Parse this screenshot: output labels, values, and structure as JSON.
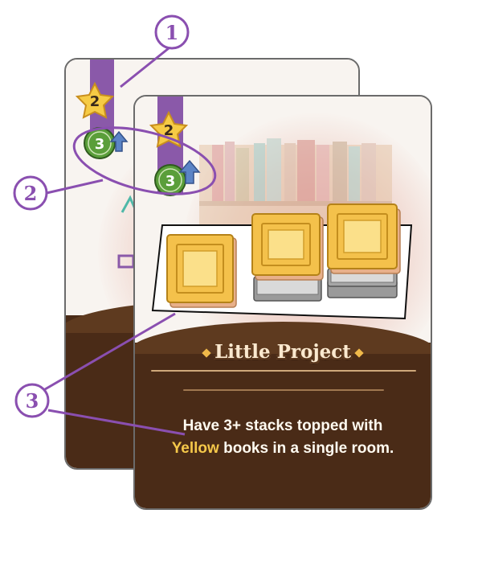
{
  "cards": {
    "front": {
      "star_value": "2",
      "level_badge": "3",
      "title": "Little Project",
      "description": {
        "line1": "Have 3+ stacks topped with",
        "line2_highlight": "Yellow",
        "line2_rest": " books in a single room."
      }
    },
    "back": {
      "star_value": "2",
      "level_badge": "3"
    }
  },
  "callouts": [
    {
      "label": "1"
    },
    {
      "label": "2"
    },
    {
      "label": "3"
    }
  ],
  "colors": {
    "callout_purple": "#8a4fb0",
    "card_purple_tab": "#8a59a9",
    "badge_green": "#5a9e3a",
    "arrow_blue": "#5b84c6",
    "star_yellow": "#f6cb45",
    "book_yellow": "#f4c14b",
    "book_gray": "#8c8c8c",
    "bottom_brown": "#4a2b17",
    "highlight_yellow": "#f5c84a"
  },
  "icons": [
    "star-icon",
    "level-badge-icon",
    "up-arrow-icon",
    "book-stack-icon",
    "bookshelf-icon"
  ]
}
